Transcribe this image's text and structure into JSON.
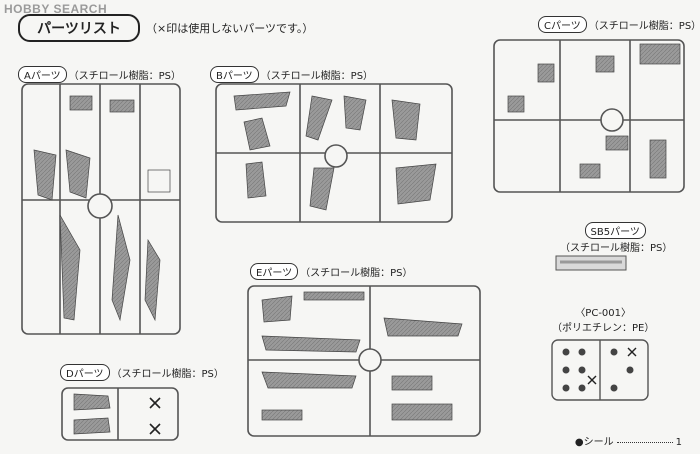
{
  "watermark": "HOBBY SEARCH",
  "header": {
    "title": "パーツリスト",
    "note": "（×印は使用しないパーツです。）"
  },
  "sections": {
    "a": {
      "tag": "Aパーツ",
      "material": "（スチロール樹脂：PS）"
    },
    "b": {
      "tag": "Bパーツ",
      "material": "（スチロール樹脂：PS）"
    },
    "c": {
      "tag": "Cパーツ",
      "material": "（スチロール樹脂：PS）"
    },
    "d": {
      "tag": "Dパーツ",
      "material": "（スチロール樹脂：PS）"
    },
    "e": {
      "tag": "Eパーツ",
      "material": "（スチロール樹脂：PS）"
    },
    "sb5": {
      "tag": "SB5パーツ",
      "material": "（スチロール樹脂：PS）"
    },
    "pc": {
      "tag": "〈PC-001〉",
      "material": "（ポリエチレン：PE）"
    }
  },
  "seal": {
    "label": "●シール",
    "count": "1"
  },
  "colors": {
    "runner": "#555555",
    "part": "#8a8a8a",
    "ink": "#222222",
    "bg": "#f6f6f4"
  }
}
